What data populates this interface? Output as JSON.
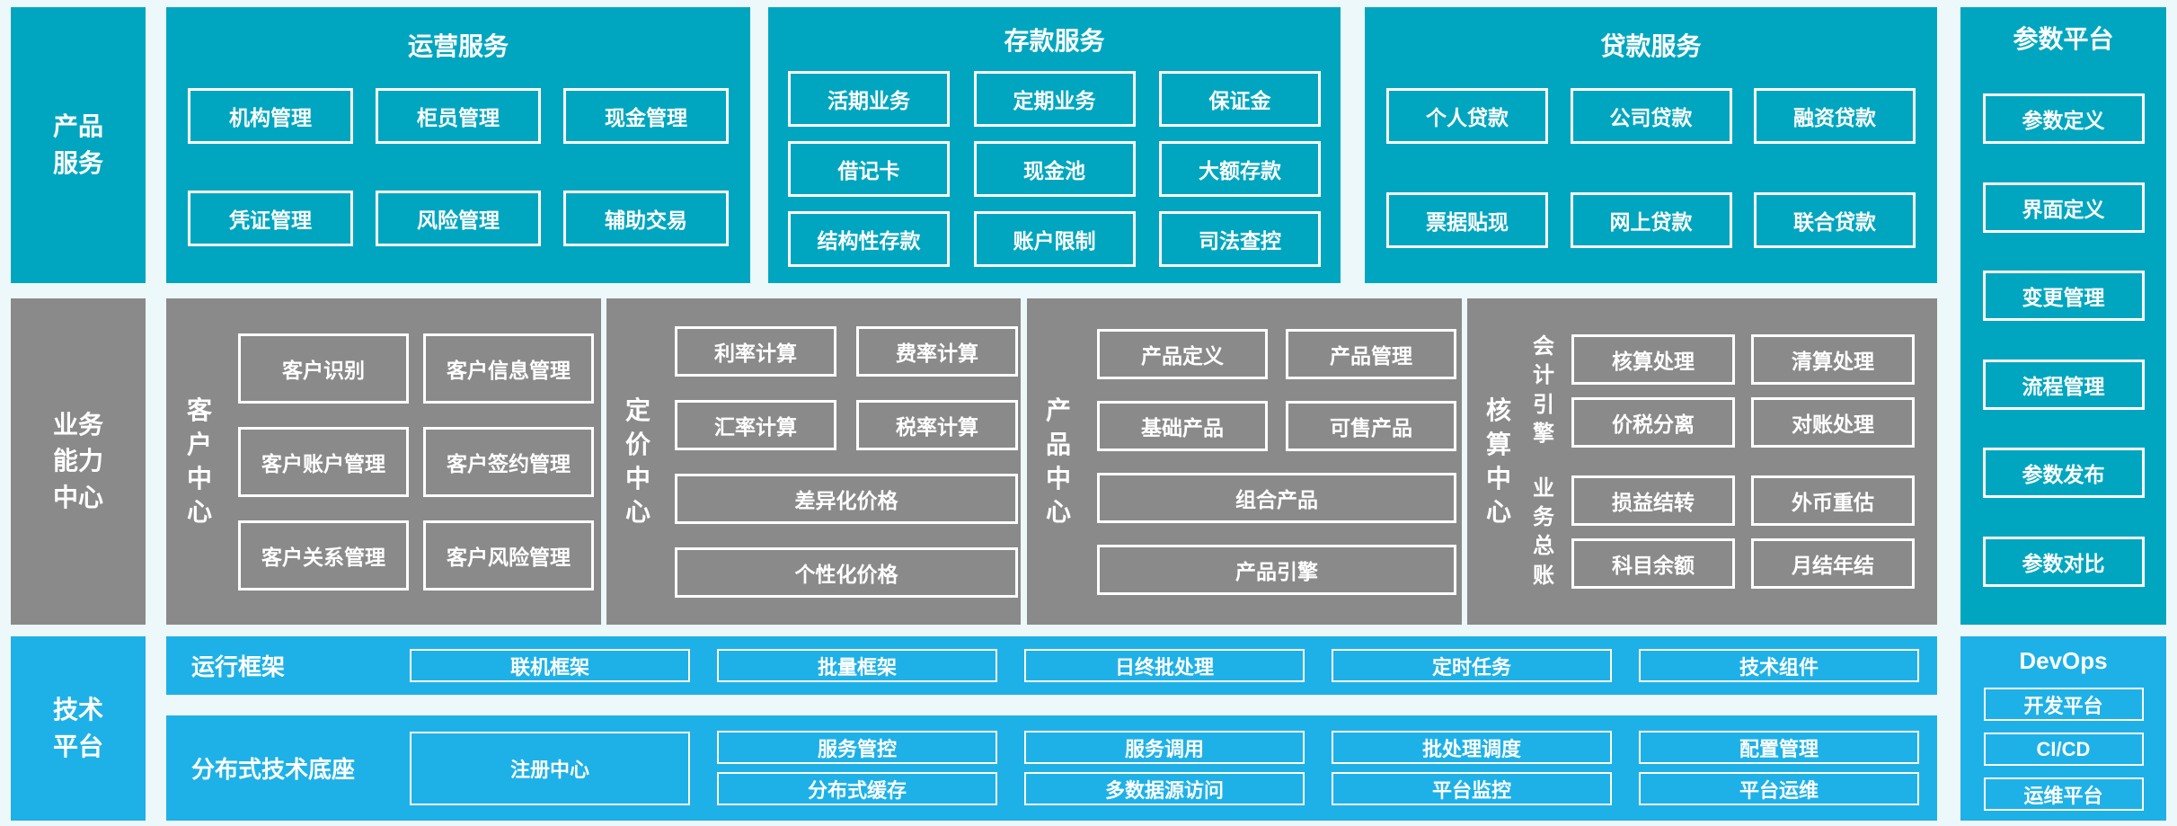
{
  "colors": {
    "teal": "#00A6BF",
    "gray": "#8A8A8A",
    "blue": "#1EB1E7",
    "background": "#EDF8FA",
    "box_border": "#FFFFFF"
  },
  "left_labels": {
    "product": "产品\n服务",
    "business": "业务\n能力\n中心",
    "tech": "技术\n平台"
  },
  "operation": {
    "title": "运营服务",
    "items": [
      "机构管理",
      "柜员管理",
      "现金管理",
      "凭证管理",
      "风险管理",
      "辅助交易"
    ]
  },
  "deposit": {
    "title": "存款服务",
    "items": [
      "活期业务",
      "定期业务",
      "保证金",
      "借记卡",
      "现金池",
      "大额存款",
      "结构性存款",
      "账户限制",
      "司法查控"
    ]
  },
  "loan": {
    "title": "贷款服务",
    "items": [
      "个人贷款",
      "公司贷款",
      "融资贷款",
      "票据贴现",
      "网上贷款",
      "联合贷款"
    ]
  },
  "parameter": {
    "title": "参数平台",
    "items": [
      "参数定义",
      "界面定义",
      "变更管理",
      "流程管理",
      "参数发布",
      "参数对比"
    ]
  },
  "customer": {
    "label": "客\n户\n中\n心",
    "items": [
      "客户识别",
      "客户信息管理",
      "客户账户管理",
      "客户签约管理",
      "客户关系管理",
      "客户风险管理"
    ]
  },
  "pricing": {
    "label": "定\n价\n中\n心",
    "grid": [
      "利率计算",
      "费率计算",
      "汇率计算",
      "税率计算"
    ],
    "wide1": "差异化价格",
    "wide2": "个性化价格"
  },
  "product_center": {
    "label": "产\n品\n中\n心",
    "grid": [
      "产品定义",
      "产品管理",
      "基础产品",
      "可售产品"
    ],
    "wide1": "组合产品",
    "wide2": "产品引擎"
  },
  "accounting": {
    "label": "核\n算\n中\n心",
    "groups": [
      {
        "label": "会\n计\n引\n擎",
        "items": [
          "核算处理",
          "清算处理",
          "价税分离",
          "对账处理"
        ]
      },
      {
        "label": "业\n务\n总\n账",
        "items": [
          "损益结转",
          "外币重估",
          "科目余额",
          "月结年结"
        ]
      }
    ]
  },
  "runtime": {
    "label": "运行框架",
    "items": [
      "联机框架",
      "批量框架",
      "日终批处理",
      "定时任务",
      "技术组件"
    ]
  },
  "distributed": {
    "label": "分布式技术底座",
    "registry": "注册中心",
    "row1": [
      "服务管控",
      "服务调用",
      "批处理调度",
      "配置管理"
    ],
    "row2": [
      "分布式缓存",
      "多数据源访问",
      "平台监控",
      "平台运维"
    ]
  },
  "devops": {
    "title": "DevOps",
    "items": [
      "开发平台",
      "CI/CD",
      "运维平台"
    ]
  }
}
